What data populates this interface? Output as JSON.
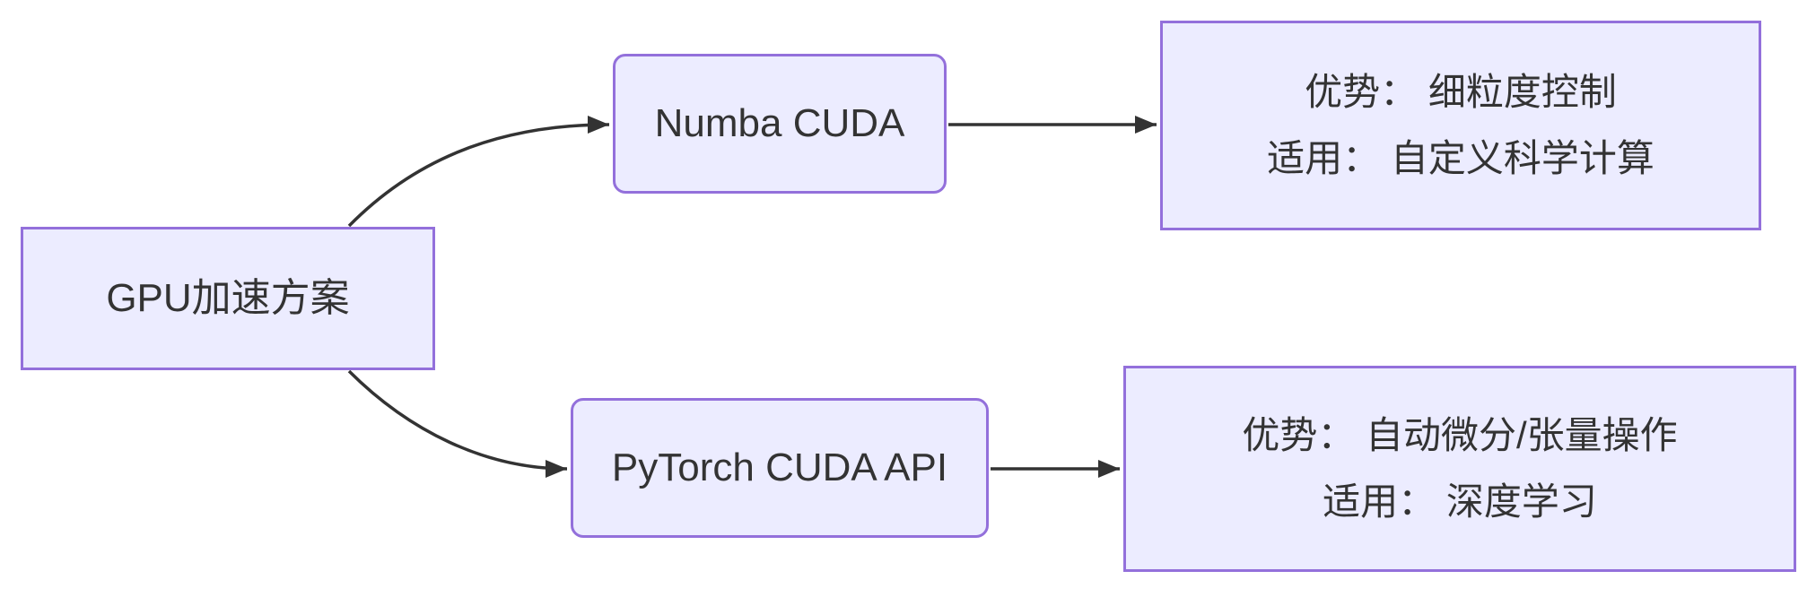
{
  "diagram": {
    "type": "flowchart",
    "direction": "left-to-right",
    "background": "#ffffff",
    "colors": {
      "node_fill": "#ECECFF",
      "node_border": "#9370DB",
      "edge_line": "#333333",
      "text": "#333333"
    },
    "nodes": {
      "gpu": {
        "label": "GPU加速方案",
        "shape": "rectangle"
      },
      "numba": {
        "label": "Numba CUDA",
        "shape": "rounded-rectangle"
      },
      "pytorch": {
        "label": "PyTorch CUDA API",
        "shape": "rounded-rectangle"
      },
      "numba_info": {
        "shape": "rectangle",
        "line1": "优势： 细粒度控制",
        "line2": "适用： 自定义科学计算"
      },
      "pytorch_info": {
        "shape": "rectangle",
        "line1": "优势： 自动微分/张量操作",
        "line2": "适用： 深度学习"
      }
    },
    "edges": [
      {
        "from": "gpu",
        "to": "numba",
        "style": "curved-arrow"
      },
      {
        "from": "gpu",
        "to": "pytorch",
        "style": "curved-arrow"
      },
      {
        "from": "numba",
        "to": "numba_info",
        "style": "straight-arrow"
      },
      {
        "from": "pytorch",
        "to": "pytorch_info",
        "style": "straight-arrow"
      }
    ]
  }
}
